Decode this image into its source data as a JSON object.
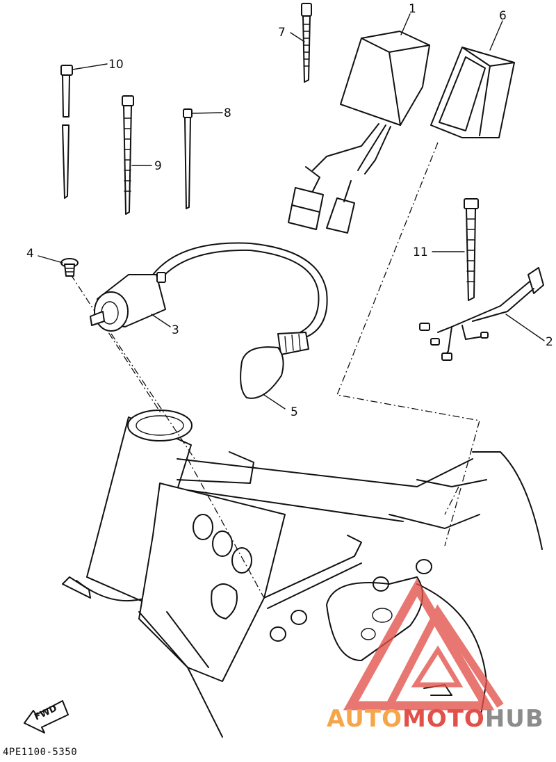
{
  "callouts": [
    {
      "id": "1",
      "label": "1"
    },
    {
      "id": "2",
      "label": "2"
    },
    {
      "id": "3",
      "label": "3"
    },
    {
      "id": "4",
      "label": "4"
    },
    {
      "id": "5",
      "label": "5"
    },
    {
      "id": "6",
      "label": "6"
    },
    {
      "id": "7",
      "label": "7"
    },
    {
      "id": "8",
      "label": "8"
    },
    {
      "id": "9",
      "label": "9"
    },
    {
      "id": "10",
      "label": "10"
    },
    {
      "id": "11",
      "label": "11"
    }
  ],
  "fwd_label": "FWD",
  "diagram_code": "4PE1100-5350",
  "watermark": {
    "part1": "AUTO",
    "part2": "MOTO",
    "part3": "HUB",
    "color_orange": "#f5a64a",
    "color_red": "#e2504a",
    "color_gray": "#8c8c8c"
  }
}
